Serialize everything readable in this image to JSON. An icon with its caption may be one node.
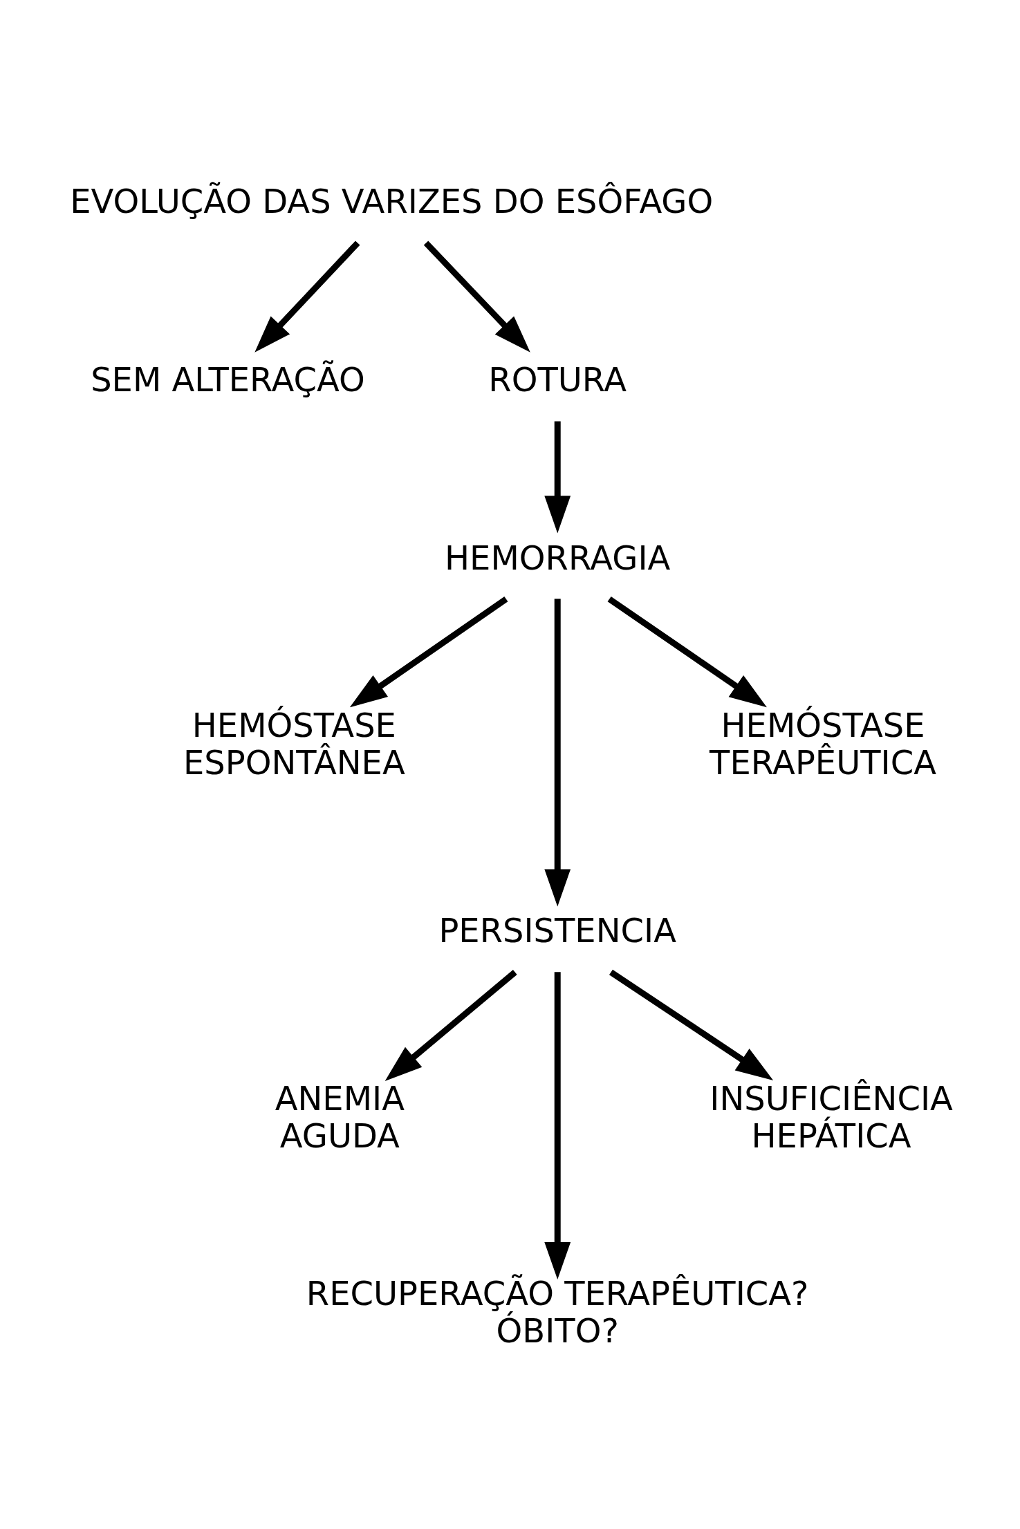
{
  "diagram": {
    "nodes": [
      {
        "text": [
          "EVOLUÇÃO DAS VARIZES DO ESÔFAGO"
        ]
      },
      {
        "text": [
          "SEM ALTERAÇÃO"
        ]
      },
      {
        "text": [
          "ROTURA"
        ]
      },
      {
        "text": [
          "HEMORRAGIA"
        ]
      },
      {
        "text": [
          "HEMÓSTASE ESPONTÂNEA"
        ]
      },
      {
        "text": [
          "HEMÓSTASE TERAPÊUTICA"
        ]
      },
      {
        "text": [
          "PERSISTENCIA"
        ]
      },
      {
        "text": [
          "ANEMIA AGUDA"
        ]
      },
      {
        "text": [
          "INSUFICIÊNCIA HEPÁTICA"
        ]
      },
      {
        "text": [
          "RECUPERAÇÃO TERAPÊUTICA? ÓBITO?"
        ]
      }
    ],
    "edges": [
      {
        "from": 0,
        "to": 1,
        "arrow": "to"
      },
      {
        "from": 0,
        "to": 2,
        "arrow": "to"
      },
      {
        "from": 2,
        "to": 3,
        "arrow": "to"
      },
      {
        "from": 3,
        "to": 4,
        "arrow": "to"
      },
      {
        "from": 3,
        "to": 6,
        "arrow": "to"
      },
      {
        "from": 3,
        "to": 5,
        "arrow": "to"
      },
      {
        "from": 6,
        "to": 7,
        "arrow": "to"
      },
      {
        "from": 6,
        "to": 9,
        "arrow": "to"
      },
      {
        "from": 6,
        "to": 8,
        "arrow": "to"
      }
    ]
  }
}
